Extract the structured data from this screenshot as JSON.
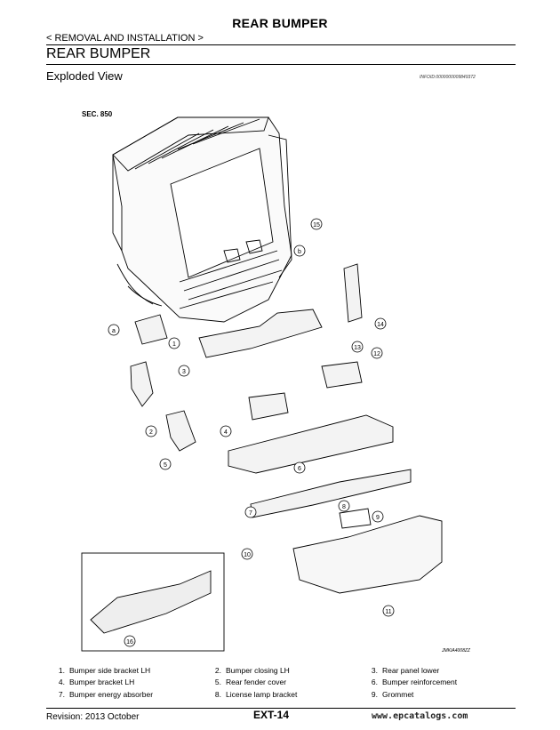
{
  "header": {
    "title": "REAR BUMPER"
  },
  "breadcrumb": "< REMOVAL AND INSTALLATION >",
  "section_title": "REAR BUMPER",
  "subsection_title": "Exploded View",
  "info_id": "INFOID:0000000009849372",
  "diagram": {
    "section_code": "SEC. 850",
    "figure_id": "JMKIA4008ZZ",
    "callouts": [
      "1",
      "2",
      "3",
      "4",
      "5",
      "6",
      "7",
      "8",
      "9",
      "10",
      "11",
      "12",
      "13",
      "14",
      "15",
      "16"
    ],
    "letters": [
      "a",
      "b"
    ]
  },
  "legend": [
    {
      "num": "1.",
      "label": "Bumper side bracket LH"
    },
    {
      "num": "2.",
      "label": "Bumper closing LH"
    },
    {
      "num": "3.",
      "label": "Rear panel lower"
    },
    {
      "num": "4.",
      "label": "Bumper bracket LH"
    },
    {
      "num": "5.",
      "label": "Rear fender cover"
    },
    {
      "num": "6.",
      "label": "Bumper reinforcement"
    },
    {
      "num": "7.",
      "label": "Bumper energy absorber"
    },
    {
      "num": "8.",
      "label": "License lamp bracket"
    },
    {
      "num": "9.",
      "label": "Grommet"
    }
  ],
  "footer": {
    "revision": "Revision: 2013 October",
    "page": "EXT-14",
    "url": "www.epcatalogs.com"
  }
}
